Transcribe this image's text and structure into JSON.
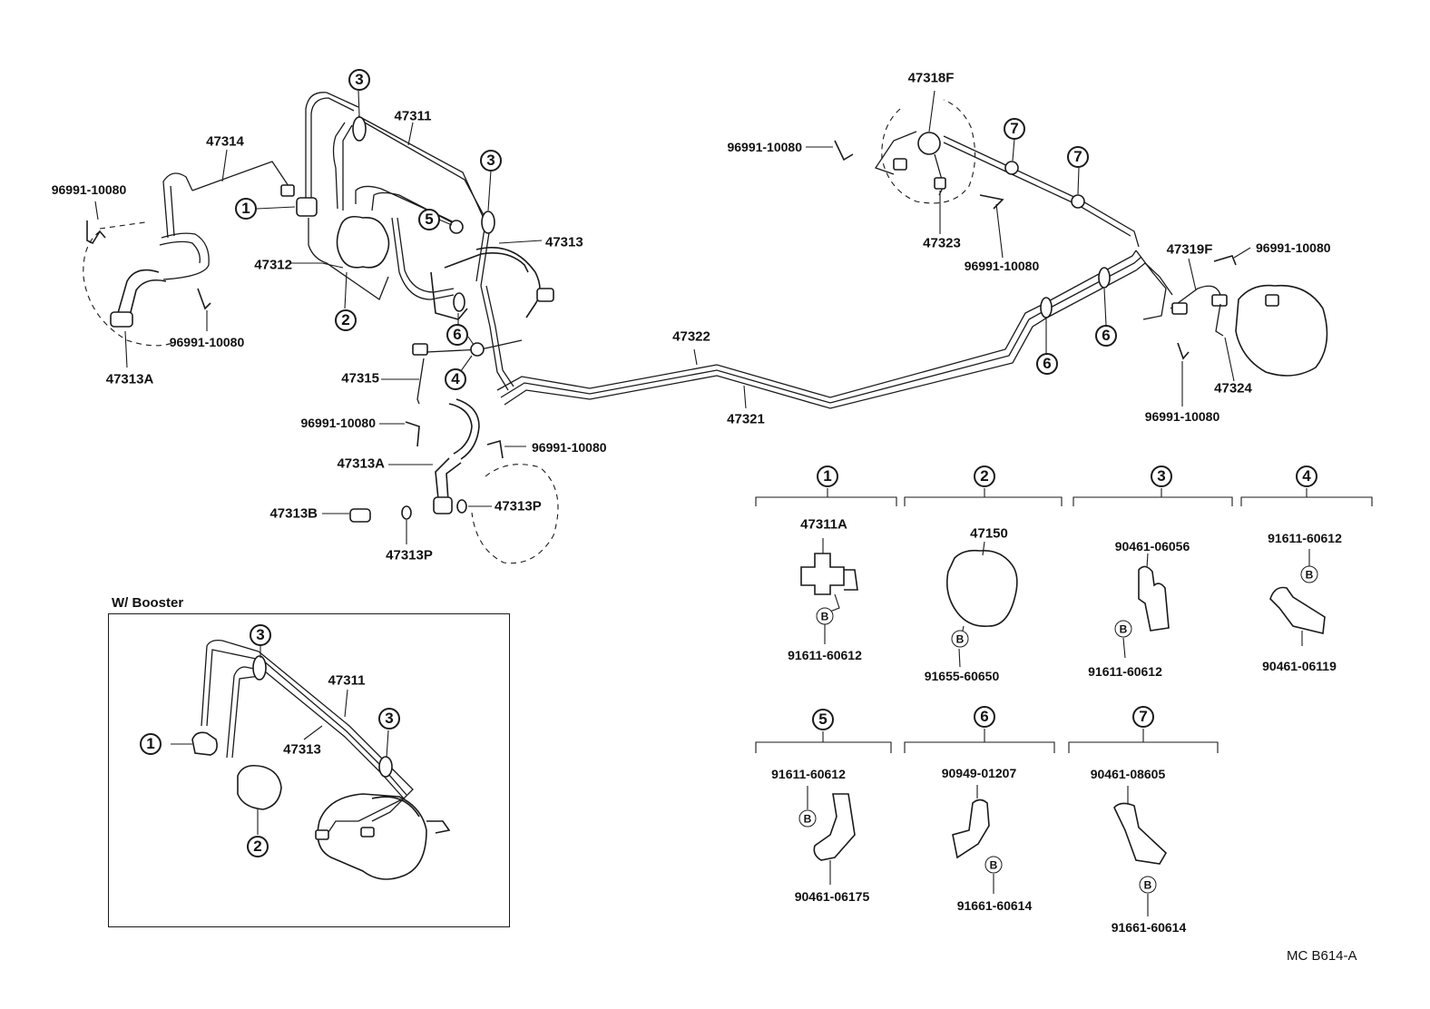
{
  "drawing_code": "MC  B614-A",
  "booster_inset_title": "W/ Booster",
  "main_labels": {
    "p47314": "47314",
    "p47311": "47311",
    "p47313": "47313",
    "p47312": "47312",
    "p96991_left_top": "96991-10080",
    "p96991_left_bottom": "96991-10080",
    "p47313A_left": "47313A",
    "p47315": "47315",
    "p96991_mid_a": "96991-10080",
    "p96991_mid_b": "96991-10080",
    "p47313A_mid": "47313A",
    "p47313B": "47313B",
    "p47313P_a": "47313P",
    "p47313P_b": "47313P",
    "p47322": "47322",
    "p47321": "47321",
    "p47318F": "47318F",
    "p96991_right_top": "96991-10080",
    "p47323": "47323",
    "p96991_right_mid": "96991-10080",
    "p47319F": "47319F",
    "p96991_right_a": "96991-10080",
    "p47324": "47324",
    "p96991_right_b": "96991-10080"
  },
  "booster_labels": {
    "p47311": "47311",
    "p47313": "47313"
  },
  "callouts": {
    "c1": "1",
    "c2": "2",
    "c3": "3",
    "c4": "4",
    "c5": "5",
    "c6": "6",
    "c7": "7"
  },
  "detail_groups": [
    {
      "id": "1",
      "parts": [
        "47311A",
        "91611-60612"
      ]
    },
    {
      "id": "2",
      "parts": [
        "47150",
        "91655-60650"
      ]
    },
    {
      "id": "3",
      "parts": [
        "90461-06056",
        "91611-60612"
      ]
    },
    {
      "id": "4",
      "parts": [
        "91611-60612",
        "90461-06119"
      ]
    },
    {
      "id": "5",
      "parts": [
        "91611-60612",
        "90461-06175"
      ]
    },
    {
      "id": "6",
      "parts": [
        "90949-01207",
        "91661-60614"
      ]
    },
    {
      "id": "7",
      "parts": [
        "90461-08605",
        "91661-60614"
      ]
    }
  ],
  "bolt_mark": "B"
}
